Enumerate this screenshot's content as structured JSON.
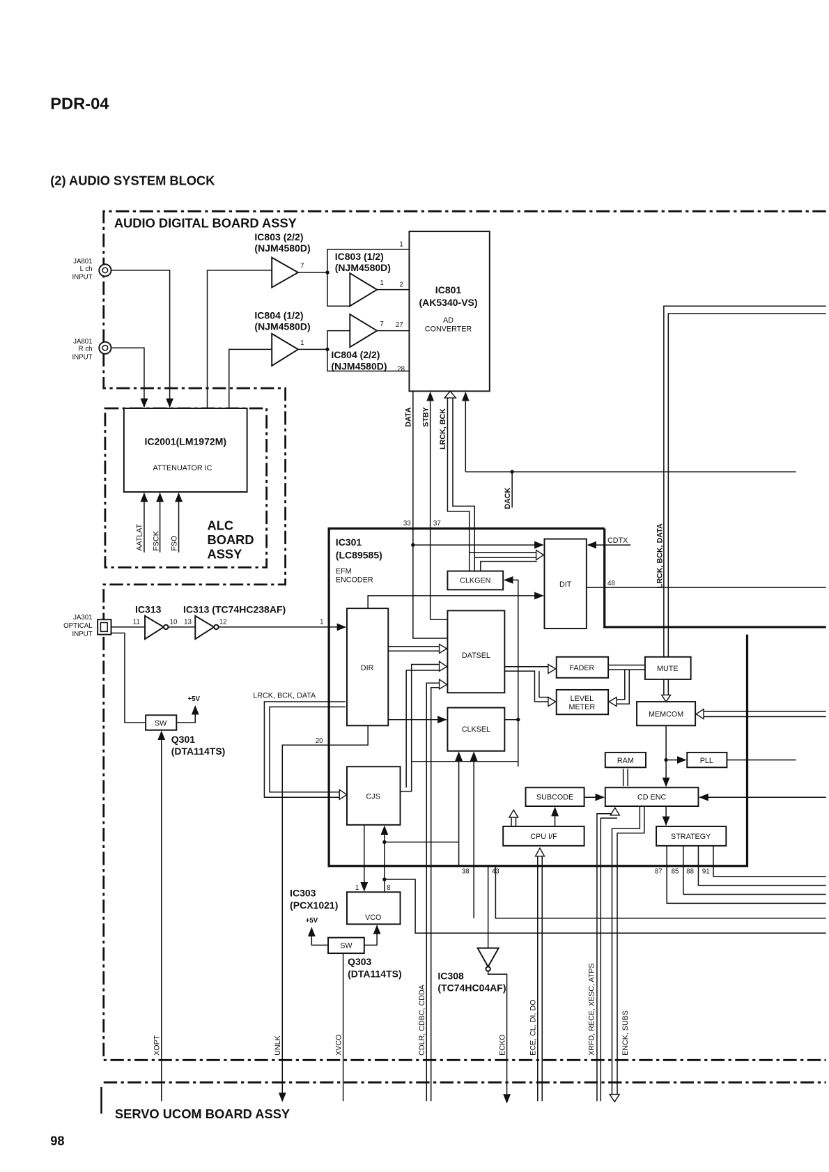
{
  "page": {
    "model": "PDR-04",
    "section_title": "(2) AUDIO SYSTEM BLOCK",
    "page_number": "98"
  },
  "boards": {
    "audio_digital": "AUDIO DIGITAL BOARD ASSY",
    "alc": [
      "ALC",
      "BOARD",
      "ASSY"
    ],
    "servo_ucom": "SERVO UCOM BOARD ASSY"
  },
  "inputs": {
    "lch": [
      "JA801",
      "L ch",
      "INPUT"
    ],
    "rch": [
      "JA801",
      "R ch",
      "INPUT"
    ],
    "optical": [
      "JA301",
      "OPTICAL",
      "INPUT"
    ]
  },
  "ics": {
    "ic803_2": [
      "IC803 (2/2)",
      "(NJM4580D)"
    ],
    "ic803_1": [
      "IC803 (1/2)",
      "(NJM4580D)"
    ],
    "ic804_1": [
      "IC804 (1/2)",
      "(NJM4580D)"
    ],
    "ic804_2": [
      "IC804 (2/2)",
      "(NJM4580D)"
    ],
    "ic801": [
      "IC801",
      "(AK5340-VS)",
      "AD",
      "CONVERTER"
    ],
    "ic2001": [
      "IC2001(LM1972M)",
      "ATTENUATOR IC"
    ],
    "ic301": [
      "IC301",
      "(LC89585)",
      "EFM",
      "ENCODER"
    ],
    "ic313a": "IC313",
    "ic313b": "IC313 (TC74HC238AF)",
    "ic303": [
      "IC303",
      "(PCX1021)"
    ],
    "ic308": [
      "IC308",
      "(TC74HC04AF)"
    ],
    "q301": [
      "Q301",
      "(DTA114TS)"
    ],
    "q303": [
      "Q303",
      "(DTA114TS)"
    ]
  },
  "blocks": {
    "dir": "DIR",
    "datsel": "DATSEL",
    "clksel": "CLKSEL",
    "clkgen": "CLKGEN",
    "dit": "DIT",
    "fader": "FADER",
    "level_meter": [
      "LEVEL",
      "METER"
    ],
    "mute": "MUTE",
    "memcom": "MEMCOM",
    "ram": "RAM",
    "pll": "PLL",
    "cd_enc": "CD ENC",
    "subcode": "SUBCODE",
    "cpu_if": "CPU I/F",
    "strategy": "STRATEGY",
    "cjs": "CJS",
    "vco": "VCO",
    "sw": "SW"
  },
  "signals": {
    "data": "DATA",
    "stby": "STBY",
    "lrck_bck": "LRCK, BCK",
    "dack": "DACK",
    "cdtx": "CDTX",
    "lrck_bck_data": "LRCK, BCK, DATA",
    "aatlat": "AATLAT",
    "fsck": "FSCK",
    "fso": "FSO",
    "plus5v": "+5V",
    "xopt": "XOPT",
    "unlk": "UNLK",
    "xvco": "XVCO",
    "cdlr": "CDLR, CDBC, CDDA",
    "ecko": "ECKO",
    "ece": "ECE, CL, DI, DO",
    "xrfd": "XRFD, RECE, XESC, ATPS",
    "enck": "ENCK, SUBS"
  },
  "pins": {
    "p7a": "7",
    "p1a": "1",
    "p1b": "1",
    "p2": "2",
    "p1c": "1",
    "p7b": "7",
    "p27": "27",
    "p28": "28",
    "p11": "11",
    "p10": "10",
    "p13": "13",
    "p12": "12",
    "p1d": "1",
    "p33": "33",
    "p37": "37",
    "p48": "48",
    "p20": "20",
    "p38": "38",
    "p43": "43",
    "p87": "87",
    "p85": "85",
    "p88": "88",
    "p91": "91",
    "p1e": "1",
    "p8": "8"
  }
}
